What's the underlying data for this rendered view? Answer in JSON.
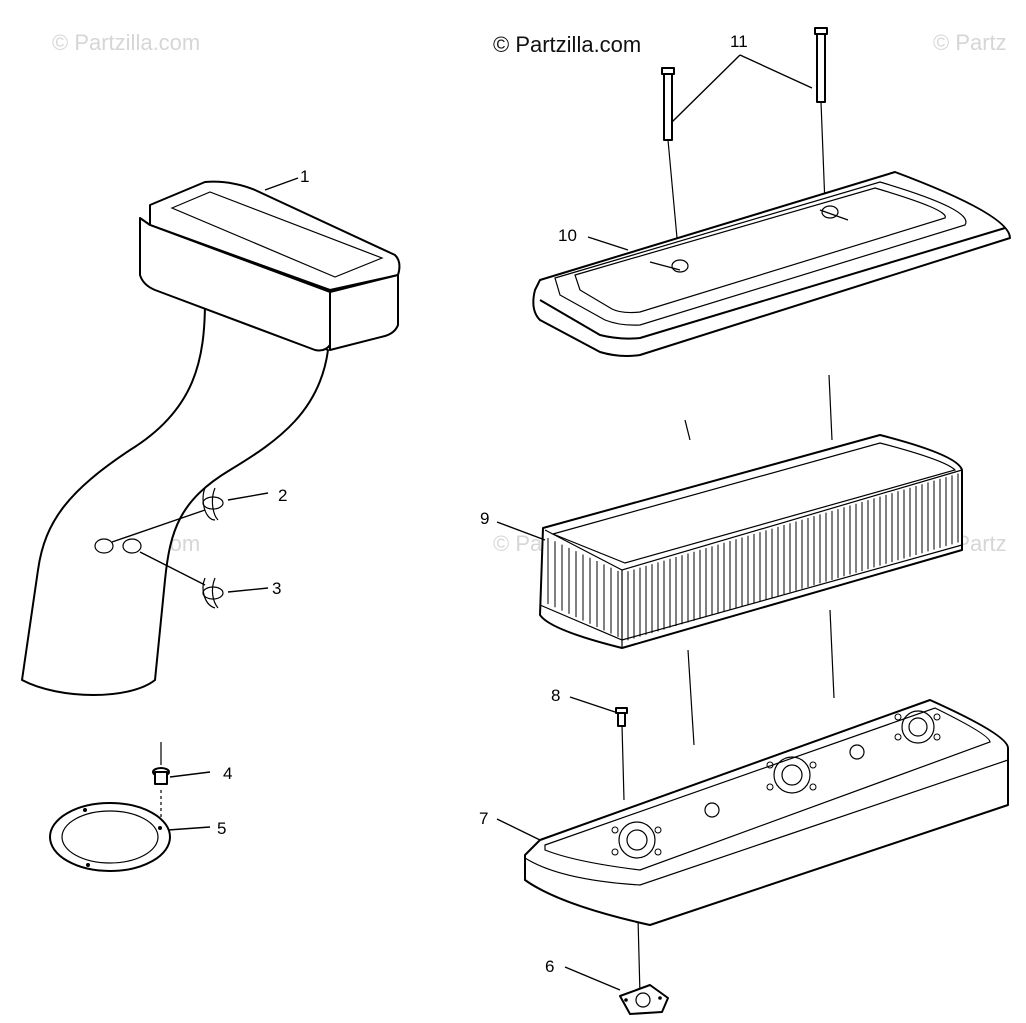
{
  "watermark": {
    "main": "© Partzilla.com",
    "faint_left_top": "© Partzilla.com",
    "faint_right_top": "© Partz",
    "faint_left_mid": "© Partzilla.com",
    "faint_center_mid": "© Partzilla.com",
    "faint_right_mid": "© Partz"
  },
  "callouts": {
    "c1": "1",
    "c2": "2",
    "c3": "3",
    "c4": "4",
    "c5": "5",
    "c6": "6",
    "c7": "7",
    "c8": "8",
    "c9": "9",
    "c10": "10",
    "c11": "11"
  }
}
